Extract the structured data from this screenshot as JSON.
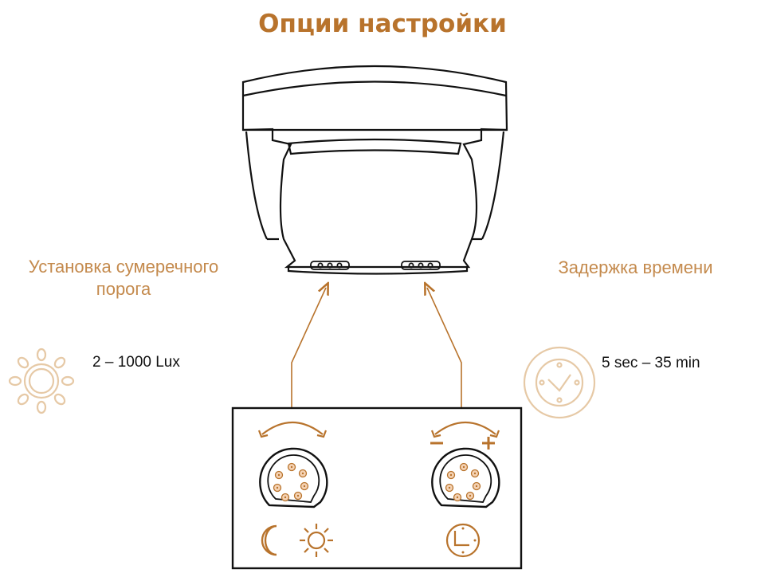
{
  "title": "Опции настройки",
  "left_label": "Установка сумеречного\nпорога",
  "right_label": "Задержка времени",
  "lux_range": "2 – 1000 Lux",
  "time_range": "5 sec – 35 min",
  "colors": {
    "accent": "#b8732c",
    "label": "#c48a4d",
    "pale": "#e6c9a6",
    "outline": "#111111"
  },
  "icons": {
    "left_side": "sun-icon",
    "right_side": "clock-icon",
    "panel_left": [
      "moon-icon",
      "sun-icon"
    ],
    "panel_right": [
      "clock-icon"
    ],
    "panel_right_signs": [
      "−",
      "+"
    ]
  }
}
